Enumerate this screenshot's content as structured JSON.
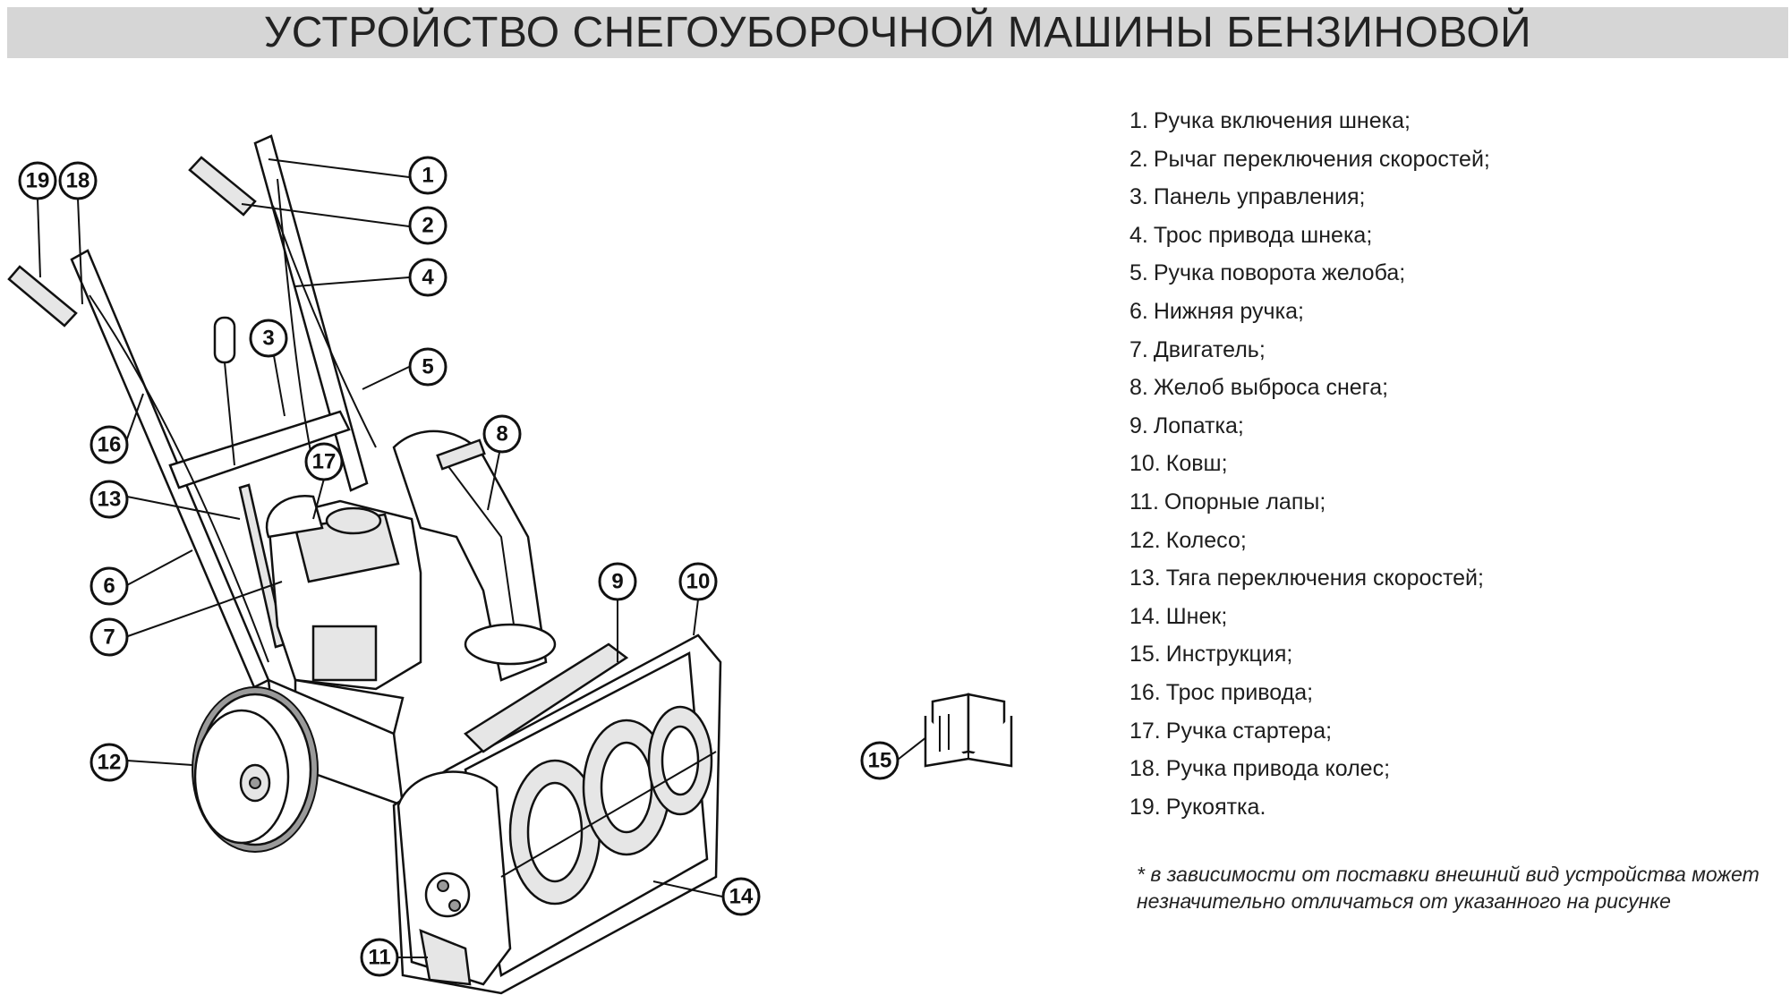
{
  "title": "УСТРОЙСТВО СНЕГОУБОРОЧНОЙ МАШИНЫ БЕНЗИНОВОЙ",
  "legend": [
    {
      "num": "1.",
      "text": "Ручка включения шнека;"
    },
    {
      "num": "2.",
      "text": "Рычаг переключения скоростей;"
    },
    {
      "num": "3.",
      "text": "Панель управления;"
    },
    {
      "num": "4.",
      "text": "Трос привода шнека;"
    },
    {
      "num": "5.",
      "text": "Ручка поворота желоба;"
    },
    {
      "num": "6.",
      "text": "Нижняя ручка;"
    },
    {
      "num": "7.",
      "text": "Двигатель;"
    },
    {
      "num": "8.",
      "text": "Желоб выброса снега;"
    },
    {
      "num": "9.",
      "text": "Лопатка;"
    },
    {
      "num": "10.",
      "text": "Ковш;"
    },
    {
      "num": "11.",
      "text": "Опорные лапы;"
    },
    {
      "num": "12.",
      "text": "Колесо;"
    },
    {
      "num": "13.",
      "text": "Тяга переключения скоростей;"
    },
    {
      "num": "14.",
      "text": "Шнек;"
    },
    {
      "num": "15.",
      "text": "Инструкция;"
    },
    {
      "num": "16.",
      "text": "Трос привода;"
    },
    {
      "num": "17.",
      "text": "Ручка стартера;"
    },
    {
      "num": "18.",
      "text": "Ручка привода колес;"
    },
    {
      "num": "19.",
      "text": "Рукоятка."
    }
  ],
  "note": "* в зависимости от поставки внешний вид устройства может незначительно отличаться от указанного на рисунке",
  "callouts": [
    "1",
    "2",
    "3",
    "4",
    "5",
    "6",
    "7",
    "8",
    "9",
    "10",
    "11",
    "12",
    "13",
    "14",
    "15",
    "16",
    "17",
    "18",
    "19"
  ]
}
